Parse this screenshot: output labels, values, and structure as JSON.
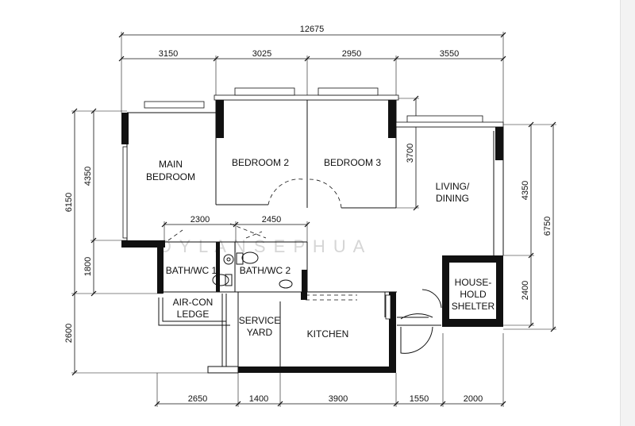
{
  "watermark": "D Y L A N   S E   P H U A",
  "dimensions": {
    "overall_width": "12675",
    "top": [
      "3150",
      "3025",
      "2950",
      "3550"
    ],
    "bottom": [
      "2650",
      "1400",
      "3900",
      "1550",
      "2000"
    ],
    "left_outer": "6150",
    "left_inner_upper": "4350",
    "left_inner_lower": "1800",
    "left_bottom": "2600",
    "right_inner_upper": "4350",
    "right_outer": "6750",
    "right_inner_lower": "2400",
    "bedroom_depth": "3700",
    "bath1_width": "2300",
    "bath2_width": "2450"
  },
  "rooms": {
    "main_bedroom": [
      "MAIN",
      "BEDROOM"
    ],
    "bedroom2": "BEDROOM 2",
    "bedroom3": "BEDROOM 3",
    "living_dining": [
      "LIVING/",
      "DINING"
    ],
    "bath_wc1": "BATH/WC 1",
    "bath_wc2": "BATH/WC 2",
    "household_shelter": [
      "HOUSE-",
      "HOLD",
      "SHELTER"
    ],
    "aircon_ledge": [
      "AIR-CON",
      "LEDGE"
    ],
    "service_yard": [
      "SERVICE",
      "YARD"
    ],
    "kitchen": "KITCHEN"
  }
}
